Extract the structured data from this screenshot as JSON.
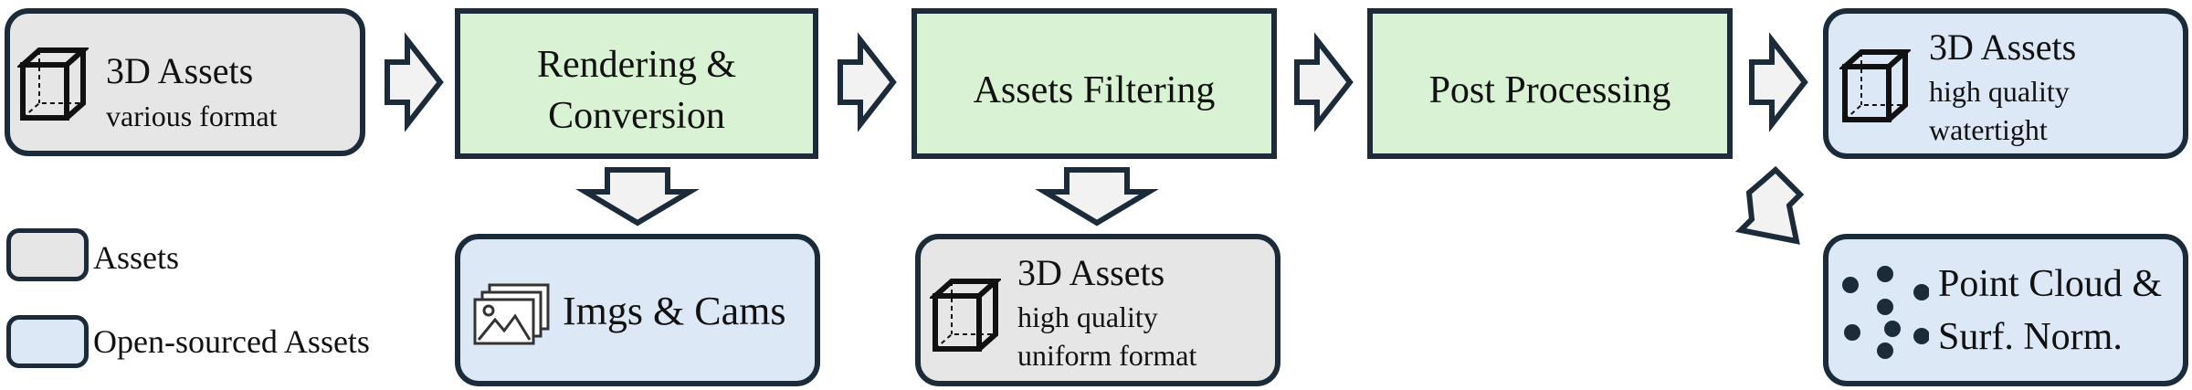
{
  "nodes": {
    "input": {
      "title": "3D Assets",
      "sub": "various format"
    },
    "rendering": {
      "line1": "Rendering &",
      "line2": "Conversion"
    },
    "filtering": {
      "label": "Assets Filtering"
    },
    "post": {
      "label": "Post Processing"
    },
    "output": {
      "title": "3D Assets",
      "sub1": "high quality",
      "sub2": "watertight"
    },
    "imgs": {
      "label": "Imgs & Cams"
    },
    "filtered": {
      "title": "3D Assets",
      "sub1": "high quality",
      "sub2": "uniform format"
    },
    "pointcloud": {
      "line1": "Point Cloud &",
      "line2": "Surf. Norm."
    }
  },
  "legend": {
    "assets": "Assets",
    "open_sourced": "Open-sourced Assets"
  },
  "colors": {
    "grey_fill": "#e6e6e6",
    "blue_fill": "#dce8f5",
    "green_fill": "#d9f2d3",
    "stroke": "#1c2b3a"
  }
}
